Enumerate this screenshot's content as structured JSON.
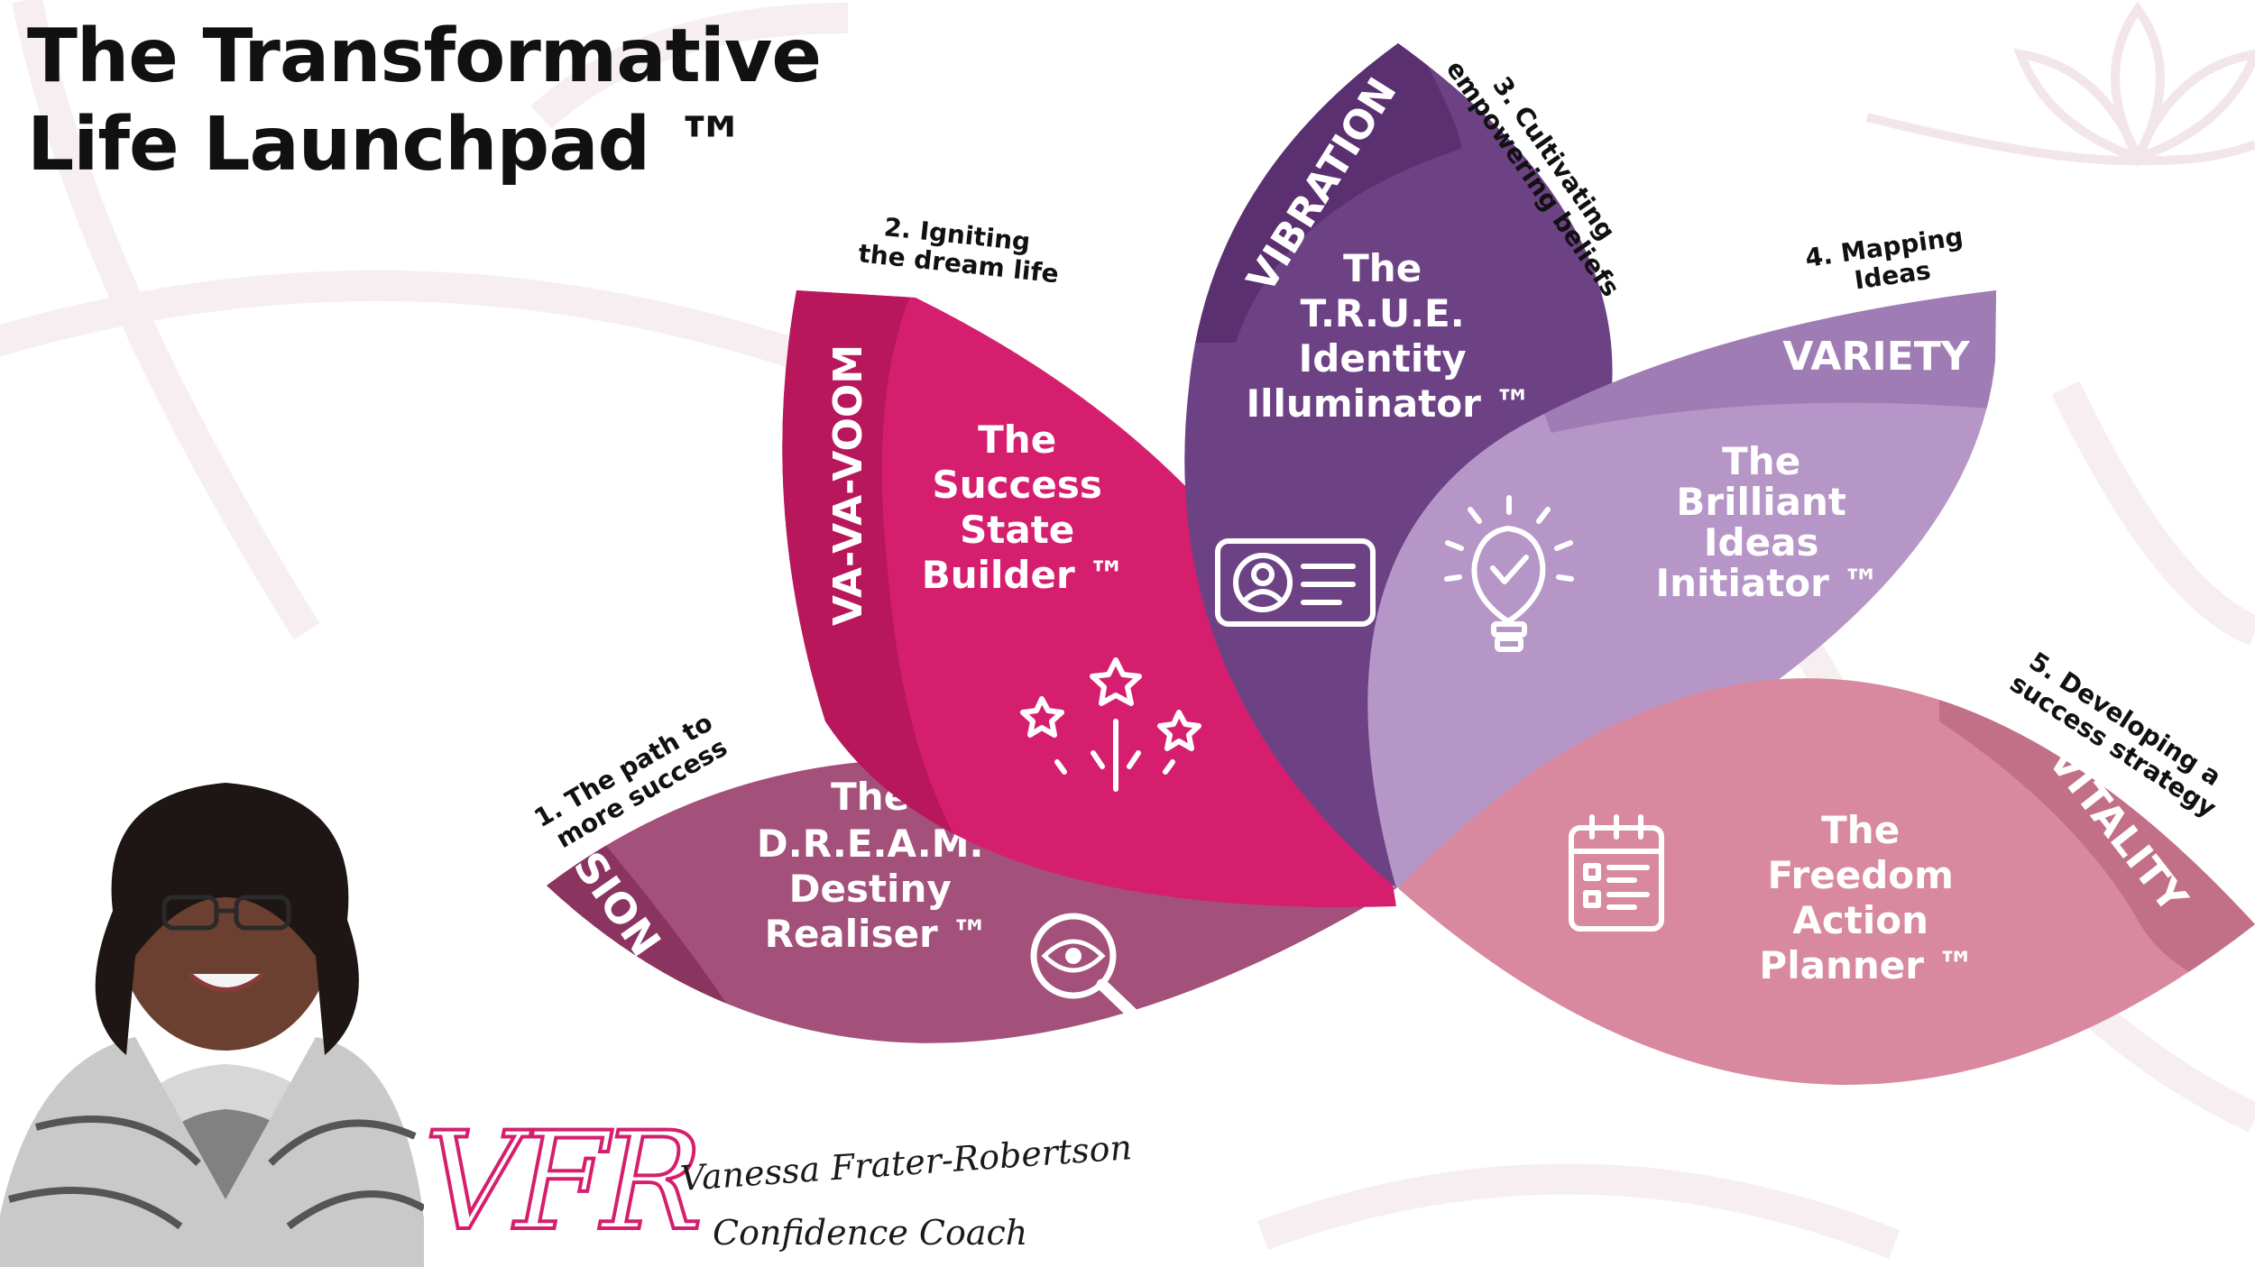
{
  "title": {
    "line1": "The Transformative",
    "line2": "Life Launchpad ™"
  },
  "colors": {
    "vision": "#a3507a",
    "vision_band": "#8c3460",
    "vavavoom": "#d51f6e",
    "vavavoom_band": "#b8175c",
    "vibration": "#6d4285",
    "vibration_band": "#5b3071",
    "variety": "#b696c7",
    "variety_band": "#a07cb4",
    "vitality": "#d8899f",
    "vitality_band": "#c26f88"
  },
  "petals": {
    "vision": {
      "band": "VISION",
      "step": [
        "1. The path to",
        "more success"
      ],
      "name": [
        "The",
        "D.R.E.A.M.",
        "Destiny",
        "Realiser ™"
      ],
      "icon": "magnifier-eye-icon"
    },
    "vavavoom": {
      "band": "VA-VA-VOOM",
      "step": [
        "2. Igniting",
        "the dream life"
      ],
      "name": [
        "The",
        "Success",
        "State",
        "Builder ™"
      ],
      "icon": "fireworks-icon"
    },
    "vibration": {
      "band": "VIBRATION",
      "step": [
        "3. Cultivating",
        "empowering beliefs"
      ],
      "name": [
        "The",
        "T.R.U.E.",
        "Identity",
        "Illuminator ™"
      ],
      "icon": "id-card-icon"
    },
    "variety": {
      "band": "VARIETY",
      "step": [
        "4. Mapping",
        "Ideas"
      ],
      "name": [
        "The",
        "Brilliant",
        "Ideas",
        "Initiator ™"
      ],
      "icon": "lightbulb-icon"
    },
    "vitality": {
      "band": "VITALITY",
      "step": [
        "5. Developing a",
        "success strategy"
      ],
      "name": [
        "The",
        "Freedom",
        "Action",
        "Planner ™"
      ],
      "icon": "checklist-icon"
    }
  },
  "signature": {
    "monogram": "VFR",
    "name": "Vanessa Frater-Robertson",
    "role": "Confidence Coach"
  }
}
